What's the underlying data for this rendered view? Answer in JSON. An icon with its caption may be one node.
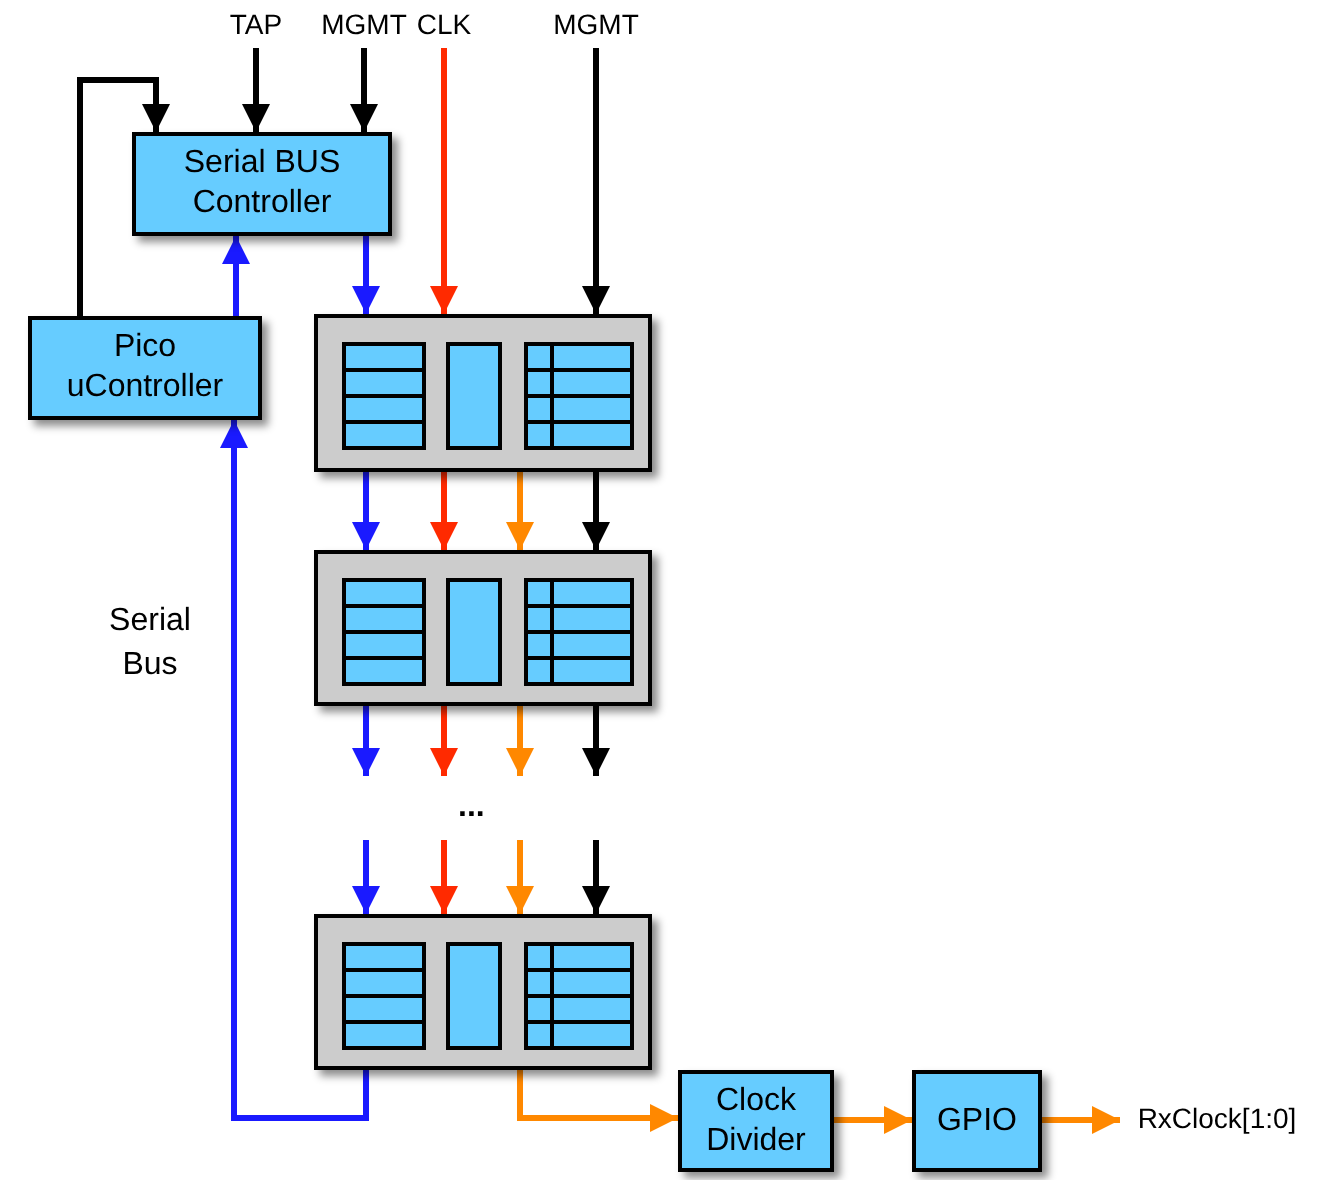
{
  "diagram": {
    "nodes": [
      {
        "text": [
          "TAP"
        ]
      },
      {
        "text": [
          "MGMT"
        ]
      },
      {
        "text": [
          "CLK"
        ]
      },
      {
        "text": [
          "MGMT"
        ]
      },
      {
        "text": [
          "Serial BUS Controller"
        ]
      },
      {
        "text": [
          "Pico uController"
        ]
      },
      {
        "text": [],
        "shape": "box"
      },
      {
        "text": [],
        "shape": "box"
      },
      {
        "text": [],
        "shape": "box"
      },
      {
        "text": [
          "Clock Divider"
        ]
      },
      {
        "text": [
          "GPIO"
        ]
      },
      {
        "text": [
          "RxClock[1:0]"
        ]
      }
    ],
    "edges": [
      {
        "from": 0,
        "to": 4,
        "arrow": "to"
      },
      {
        "from": 1,
        "to": 4,
        "arrow": "to"
      },
      {
        "from": 2,
        "to": 6,
        "arrow": "to",
        "color": "#ff2a00"
      },
      {
        "from": 3,
        "to": 6,
        "arrow": "to"
      },
      {
        "from": 5,
        "to": 4,
        "arrow": "to"
      },
      {
        "from": 5,
        "to": 4,
        "arrow": "to",
        "color": "#1a1aff"
      },
      {
        "from": 4,
        "to": 6,
        "arrow": "to",
        "color": "#1a1aff"
      },
      {
        "from": 6,
        "to": 7,
        "arrow": "to",
        "color": "#1a1aff"
      },
      {
        "from": 6,
        "to": 7,
        "arrow": "to",
        "color": "#ff2a00"
      },
      {
        "from": 6,
        "to": 7,
        "arrow": "to",
        "color": "#ff8800"
      },
      {
        "from": 6,
        "to": 7,
        "arrow": "to"
      },
      {
        "from": 7,
        "to": null,
        "arrow": "to",
        "color": "#1a1aff"
      },
      {
        "from": 7,
        "to": null,
        "arrow": "to",
        "color": "#ff2a00"
      },
      {
        "from": 7,
        "to": null,
        "arrow": "to",
        "color": "#ff8800"
      },
      {
        "from": 7,
        "to": null,
        "arrow": "to"
      },
      {
        "from": null,
        "to": 8,
        "arrow": "to",
        "color": "#1a1aff"
      },
      {
        "from": null,
        "to": 8,
        "arrow": "to",
        "color": "#ff2a00"
      },
      {
        "from": null,
        "to": 8,
        "arrow": "to",
        "color": "#ff8800"
      },
      {
        "from": null,
        "to": 8,
        "arrow": "to"
      },
      {
        "from": 8,
        "to": 5,
        "arrow": "to",
        "color": "#1a1aff"
      },
      {
        "from": 8,
        "to": 9,
        "arrow": "to",
        "color": "#ff8800"
      },
      {
        "from": 9,
        "to": 10,
        "arrow": "to",
        "color": "#ff8800"
      },
      {
        "from": 10,
        "to": 11,
        "arrow": "to",
        "color": "#ff8800"
      }
    ],
    "labels": [
      "Serial Bus",
      "..."
    ]
  }
}
